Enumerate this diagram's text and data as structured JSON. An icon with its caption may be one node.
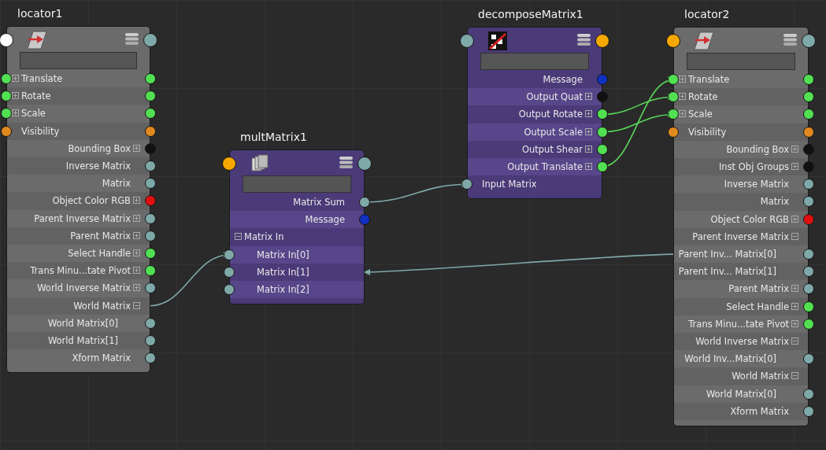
{
  "diagram": {
    "nodes": [
      {
        "text": [
          "locator1"
        ]
      },
      {
        "text": [
          "Translate"
        ],
        "in": 0
      },
      {
        "text": [
          "Rotate"
        ],
        "in": 0
      },
      {
        "text": [
          "Scale"
        ],
        "in": 0
      },
      {
        "text": [
          "Visibility"
        ],
        "in": 0
      },
      {
        "text": [
          "Bounding Box"
        ],
        "in": 0
      },
      {
        "text": [
          "Inverse Matrix"
        ],
        "in": 0
      },
      {
        "text": [
          "Matrix"
        ],
        "in": 0
      },
      {
        "text": [
          "Object Color RGB"
        ],
        "in": 0
      },
      {
        "text": [
          "Parent Inverse Matrix"
        ],
        "in": 0
      },
      {
        "text": [
          "Parent Matrix"
        ],
        "in": 0
      },
      {
        "text": [
          "Select Handle"
        ],
        "in": 0
      },
      {
        "text": [
          "Trans Minu...tate Pivot"
        ],
        "in": 0
      },
      {
        "text": [
          "World Inverse Matrix"
        ],
        "in": 0
      },
      {
        "text": [
          "World Matrix"
        ],
        "in": 0
      },
      {
        "text": [
          "World Matrix[0]"
        ],
        "in": 0
      },
      {
        "text": [
          "World Matrix[1]"
        ],
        "in": 0
      },
      {
        "text": [
          "Xform Matrix"
        ],
        "in": 0
      },
      {
        "text": [
          "multMatrix1"
        ]
      },
      {
        "text": [
          "Matrix Sum"
        ],
        "in": 18
      },
      {
        "text": [
          "Message"
        ],
        "in": 18
      },
      {
        "text": [
          "Matrix In"
        ],
        "in": 18
      },
      {
        "text": [
          "Matrix In[0]"
        ],
        "in": 18
      },
      {
        "text": [
          "Matrix In[1]"
        ],
        "in": 18
      },
      {
        "text": [
          "Matrix In[2]"
        ],
        "in": 18
      },
      {
        "text": [
          "decomposeMatrix1"
        ]
      },
      {
        "text": [
          "Message"
        ],
        "in": 25
      },
      {
        "text": [
          "Output Quat"
        ],
        "in": 25
      },
      {
        "text": [
          "Output Rotate"
        ],
        "in": 25
      },
      {
        "text": [
          "Output Scale"
        ],
        "in": 25
      },
      {
        "text": [
          "Output Shear"
        ],
        "in": 25
      },
      {
        "text": [
          "Output Translate"
        ],
        "in": 25
      },
      {
        "text": [
          "Input Matrix"
        ],
        "in": 25
      },
      {
        "text": [
          "locator2"
        ]
      },
      {
        "text": [
          "Translate"
        ],
        "in": 33
      },
      {
        "text": [
          "Rotate"
        ],
        "in": 33
      },
      {
        "text": [
          "Scale"
        ],
        "in": 33
      },
      {
        "text": [
          "Visibility"
        ],
        "in": 33
      },
      {
        "text": [
          "Bounding Box"
        ],
        "in": 33
      },
      {
        "text": [
          "Inst Obj Groups"
        ],
        "in": 33
      },
      {
        "text": [
          "Inverse Matrix"
        ],
        "in": 33
      },
      {
        "text": [
          "Matrix"
        ],
        "in": 33
      },
      {
        "text": [
          "Object Color RGB"
        ],
        "in": 33
      },
      {
        "text": [
          "Parent Inverse Matrix"
        ],
        "in": 33
      },
      {
        "text": [
          "Parent Inv... Matrix[0]"
        ],
        "in": 33
      },
      {
        "text": [
          "Parent Inv... Matrix[1]"
        ],
        "in": 33
      },
      {
        "text": [
          "Parent Matrix"
        ],
        "in": 33
      },
      {
        "text": [
          "Select Handle"
        ],
        "in": 33
      },
      {
        "text": [
          "Trans Minu...tate Pivot"
        ],
        "in": 33
      },
      {
        "text": [
          "World Inverse Matrix"
        ],
        "in": 33
      },
      {
        "text": [
          "World Inv...Matrix[0]"
        ],
        "in": 33
      },
      {
        "text": [
          "World Matrix"
        ],
        "in": 33
      },
      {
        "text": [
          "World Matrix[0]"
        ],
        "in": 33
      },
      {
        "text": [
          "Xform Matrix"
        ],
        "in": 33
      }
    ],
    "edges": [
      {
        "from": 14,
        "to": 22,
        "arrow": "to"
      },
      {
        "from": 44,
        "to": 23,
        "arrow": "to"
      },
      {
        "from": 19,
        "to": 32,
        "arrow": "to"
      },
      {
        "from": 28,
        "to": 35,
        "arrow": "to",
        "color": "#5ad65a"
      },
      {
        "from": 29,
        "to": 36,
        "arrow": "to",
        "color": "#5ad65a"
      },
      {
        "from": 31,
        "to": 34,
        "arrow": "to",
        "color": "#5ad65a"
      }
    ]
  }
}
